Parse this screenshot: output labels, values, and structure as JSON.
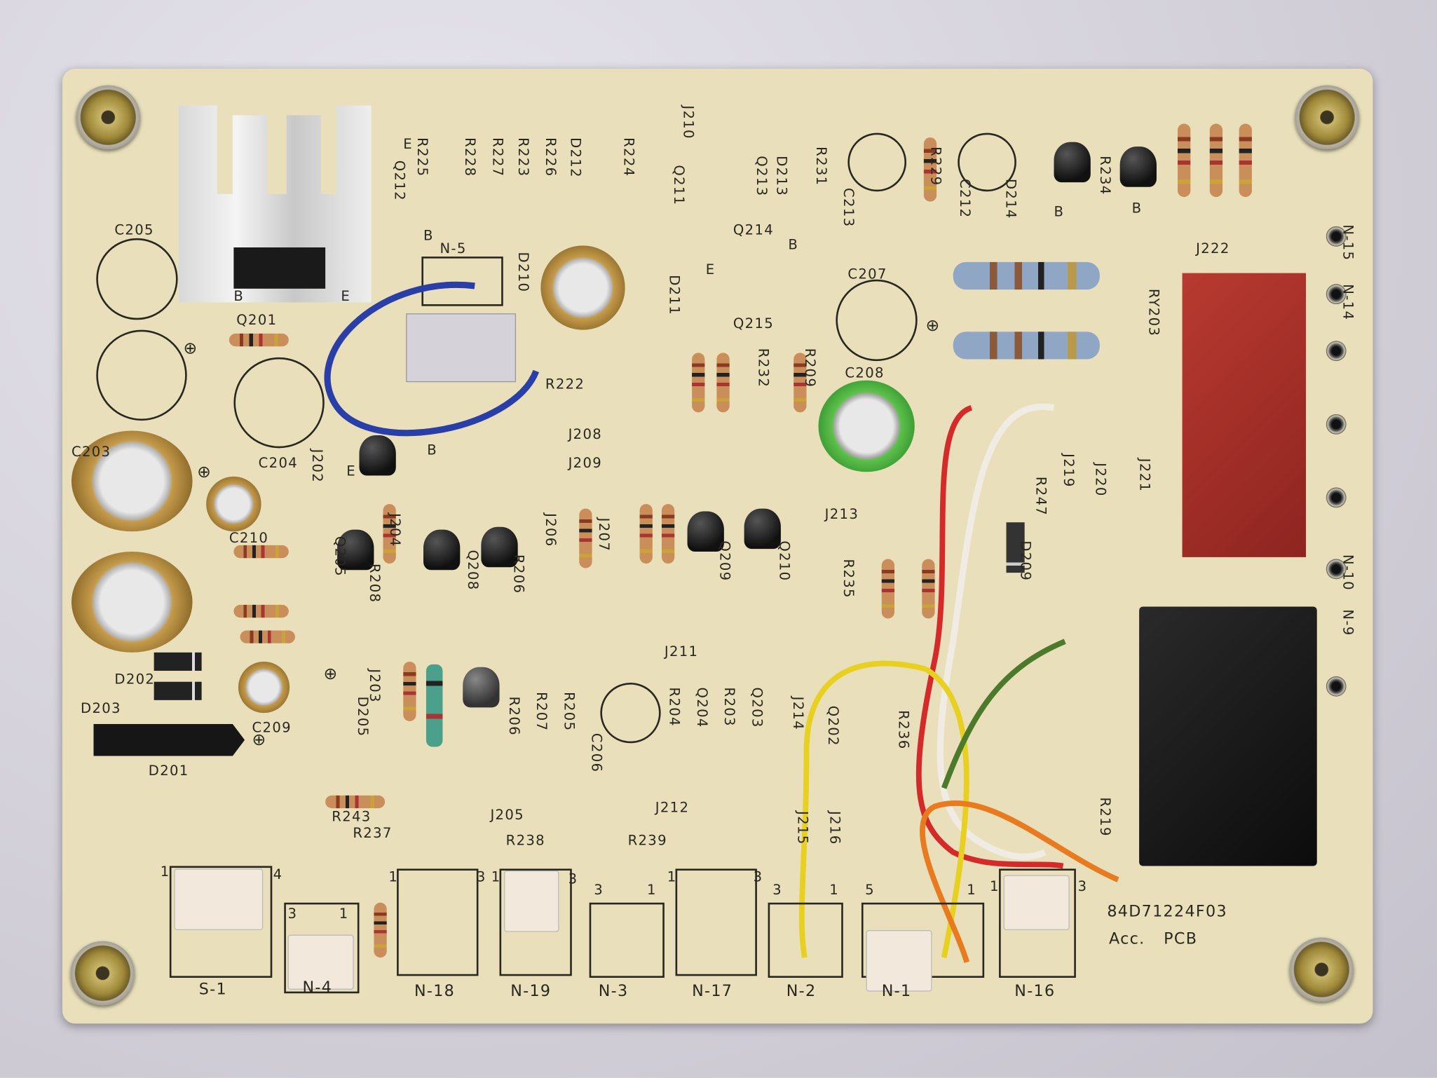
{
  "board": {
    "part_number": "84D71224F03",
    "name": "Acc. PCB"
  },
  "labels": {
    "r225": "R225",
    "r228": "R228",
    "r227": "R227",
    "r223": "R223",
    "r226": "R226",
    "d212": "D212",
    "r224": "R224",
    "q212": "Q212",
    "q211": "Q211",
    "j210": "J210",
    "q213": "Q213",
    "d213": "D213",
    "r231": "R231",
    "c213": "C213",
    "r229": "R229",
    "c212": "C212",
    "d214": "D214",
    "r234": "R234",
    "j222": "J222",
    "c205": "C205",
    "q201": "Q201",
    "r222": "R222",
    "j208": "J208",
    "j209": "J209",
    "c204": "C204",
    "c203": "C203",
    "j202": "J202",
    "d210": "D210",
    "d211": "D211",
    "q214": "Q214",
    "q215": "Q215",
    "c207": "C207",
    "c208": "C208",
    "r232": "R232",
    "r209": "R209",
    "ry203": "RY203",
    "j213": "J213",
    "r247": "R247",
    "d209": "D209",
    "j219": "J219",
    "j220": "J220",
    "j221": "J221",
    "r235": "R235",
    "j211": "J211",
    "n5": "N-5",
    "n15": "N-15",
    "n14": "N-14",
    "n10": "N-10",
    "n9": "N-9",
    "d202": "D202",
    "d203": "D203",
    "d201": "D201",
    "c209": "C209",
    "d205": "D205",
    "j203": "J203",
    "r206": "R206",
    "r207": "R207",
    "r205": "R205",
    "c206": "C206",
    "r204": "R204",
    "q204": "Q204",
    "r203": "R203",
    "q203": "Q203",
    "j214": "J214",
    "q202": "Q202",
    "r236": "R236",
    "j205": "J205",
    "j212": "J212",
    "r238": "R238",
    "r239": "R239",
    "r237": "R237",
    "r243": "R243",
    "j215": "J215",
    "j216": "J216",
    "r219": "R219",
    "r208": "R208",
    "q205": "Q205",
    "q208": "Q208",
    "r206b": "R206",
    "q209": "Q209",
    "q210": "Q210",
    "j206": "J206",
    "j207": "J207",
    "c210": "C210",
    "j204": "J204"
  },
  "connectors": [
    {
      "name": "S-1",
      "pin_left": "1",
      "pin_right": "4"
    },
    {
      "name": "N-4",
      "pin_left": "3",
      "pin_right": "1"
    },
    {
      "name": "N-18",
      "pin_left": "1",
      "pin_right": "3"
    },
    {
      "name": "N-19",
      "pin_left": "1",
      "pin_right": "3"
    },
    {
      "name": "N-3",
      "pin_left": "3",
      "pin_right": "1"
    },
    {
      "name": "N-17",
      "pin_left": "1",
      "pin_right": "3"
    },
    {
      "name": "N-2",
      "pin_left": "3",
      "pin_right": "1"
    },
    {
      "name": "N-1",
      "pin_left": "5",
      "pin_right": "1"
    },
    {
      "name": "N-16",
      "pin_left": "1",
      "pin_right": "3"
    }
  ],
  "pin_marks": {
    "e": "E",
    "b": "B",
    "plus": "⊕"
  },
  "colors": {
    "board": "#e9e0bb",
    "relay_red": "#a8302a",
    "relay_black": "#141414",
    "wire_blue": "#2a3ea8"
  }
}
